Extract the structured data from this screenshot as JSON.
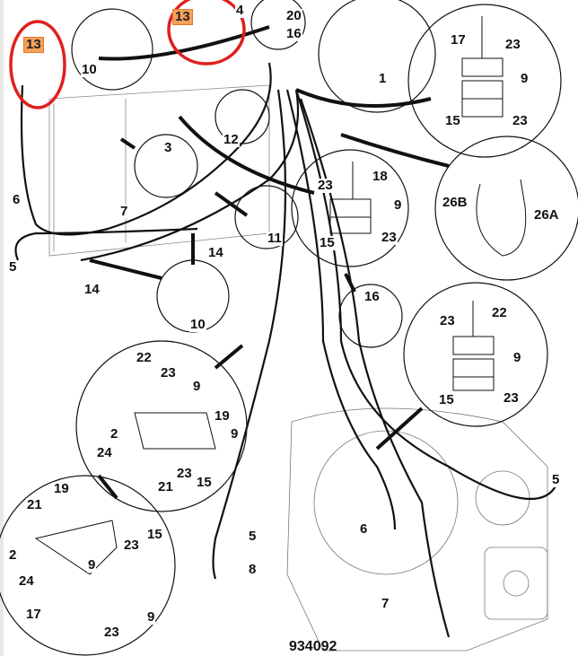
{
  "diagram": {
    "figure_number": "934092",
    "highlight_color": "#f6a15a",
    "annotation_color": "#e0201e",
    "highlighted_part": "13",
    "callouts": [
      {
        "id": "c13a",
        "text": "13",
        "highlight": true
      },
      {
        "id": "c13b",
        "text": "13",
        "highlight": true
      },
      {
        "id": "c4",
        "text": "4"
      },
      {
        "id": "c10a",
        "text": "10"
      },
      {
        "id": "c20",
        "text": "20"
      },
      {
        "id": "c16a",
        "text": "16"
      },
      {
        "id": "c1",
        "text": "1"
      },
      {
        "id": "c17a",
        "text": "17"
      },
      {
        "id": "c23a",
        "text": "23"
      },
      {
        "id": "c9a",
        "text": "9"
      },
      {
        "id": "c15a",
        "text": "15"
      },
      {
        "id": "c23b",
        "text": "23"
      },
      {
        "id": "c12",
        "text": "12"
      },
      {
        "id": "c3",
        "text": "3"
      },
      {
        "id": "c6a",
        "text": "6"
      },
      {
        "id": "c7a",
        "text": "7"
      },
      {
        "id": "c11",
        "text": "11"
      },
      {
        "id": "c14a",
        "text": "14"
      },
      {
        "id": "c14b",
        "text": "14"
      },
      {
        "id": "c5a",
        "text": "5"
      },
      {
        "id": "c10b",
        "text": "10"
      },
      {
        "id": "c18",
        "text": "18"
      },
      {
        "id": "c23c",
        "text": "23"
      },
      {
        "id": "c9b",
        "text": "9"
      },
      {
        "id": "c15b",
        "text": "15"
      },
      {
        "id": "c23d",
        "text": "23"
      },
      {
        "id": "c26b",
        "text": "26B"
      },
      {
        "id": "c26a",
        "text": "26A"
      },
      {
        "id": "c16b",
        "text": "16"
      },
      {
        "id": "c22a",
        "text": "22"
      },
      {
        "id": "c23e",
        "text": "23"
      },
      {
        "id": "c9c",
        "text": "9"
      },
      {
        "id": "c15c",
        "text": "15"
      },
      {
        "id": "c23f",
        "text": "23"
      },
      {
        "id": "c22b",
        "text": "22"
      },
      {
        "id": "c23g",
        "text": "23"
      },
      {
        "id": "c9d",
        "text": "9"
      },
      {
        "id": "c19a",
        "text": "19"
      },
      {
        "id": "c2a",
        "text": "2"
      },
      {
        "id": "c9e",
        "text": "9"
      },
      {
        "id": "c24a",
        "text": "24"
      },
      {
        "id": "c23h",
        "text": "23"
      },
      {
        "id": "c21a",
        "text": "21"
      },
      {
        "id": "c15d",
        "text": "15"
      },
      {
        "id": "c19b",
        "text": "19"
      },
      {
        "id": "c21b",
        "text": "21"
      },
      {
        "id": "c2b",
        "text": "2"
      },
      {
        "id": "c15e",
        "text": "15"
      },
      {
        "id": "c23i",
        "text": "23"
      },
      {
        "id": "c9f",
        "text": "9"
      },
      {
        "id": "c24b",
        "text": "24"
      },
      {
        "id": "c9g",
        "text": "9"
      },
      {
        "id": "c17b",
        "text": "17"
      },
      {
        "id": "c23j",
        "text": "23"
      },
      {
        "id": "c5b",
        "text": "5"
      },
      {
        "id": "c8",
        "text": "8"
      },
      {
        "id": "c6b",
        "text": "6"
      },
      {
        "id": "c7b",
        "text": "7"
      },
      {
        "id": "c5c",
        "text": "5"
      }
    ]
  }
}
